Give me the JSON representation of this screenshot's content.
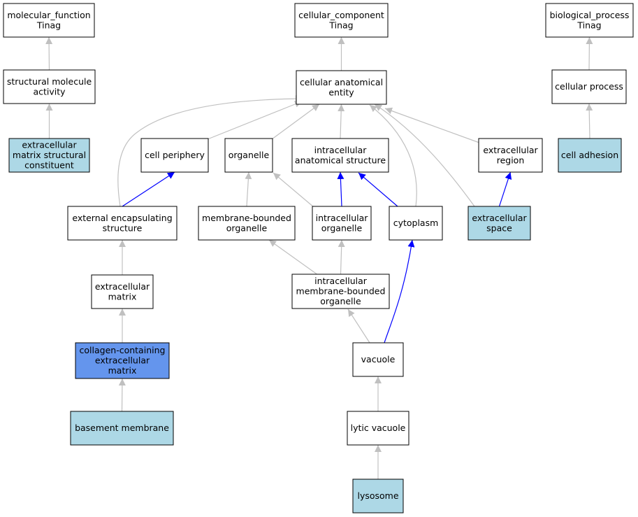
{
  "colors": {
    "node_default": "#ffffff",
    "node_annotated": "#add8e6",
    "node_focus": "#6495ed",
    "edge_default": "#c0c0c0",
    "edge_highlight": "#0000ff"
  },
  "nodes": {
    "molecular_function": {
      "lines": [
        "molecular_function",
        "Tinag"
      ],
      "style": "default"
    },
    "cellular_component": {
      "lines": [
        "cellular_component",
        "Tinag"
      ],
      "style": "default"
    },
    "biological_process": {
      "lines": [
        "biological_process",
        "Tinag"
      ],
      "style": "default"
    },
    "structural_molecule_activity": {
      "lines": [
        "structural molecule",
        "activity"
      ],
      "style": "default"
    },
    "cellular_anatomical_entity": {
      "lines": [
        "cellular anatomical",
        "entity"
      ],
      "style": "default"
    },
    "cellular_process": {
      "lines": [
        "cellular process"
      ],
      "style": "default"
    },
    "ecm_structural_constituent": {
      "lines": [
        "extracellular",
        "matrix structural",
        "constituent"
      ],
      "style": "annotated"
    },
    "cell_periphery": {
      "lines": [
        "cell periphery"
      ],
      "style": "default"
    },
    "organelle": {
      "lines": [
        "organelle"
      ],
      "style": "default"
    },
    "intracellular_anatomical_structure": {
      "lines": [
        "intracellular",
        "anatomical structure"
      ],
      "style": "default"
    },
    "extracellular_region": {
      "lines": [
        "extracellular",
        "region"
      ],
      "style": "default"
    },
    "cell_adhesion": {
      "lines": [
        "cell adhesion"
      ],
      "style": "annotated"
    },
    "external_encapsulating_structure": {
      "lines": [
        "external encapsulating",
        "structure"
      ],
      "style": "default"
    },
    "membrane_bounded_organelle": {
      "lines": [
        "membrane-bounded",
        "organelle"
      ],
      "style": "default"
    },
    "intracellular_organelle": {
      "lines": [
        "intracellular",
        "organelle"
      ],
      "style": "default"
    },
    "cytoplasm": {
      "lines": [
        "cytoplasm"
      ],
      "style": "default"
    },
    "extracellular_space": {
      "lines": [
        "extracellular",
        "space"
      ],
      "style": "annotated"
    },
    "extracellular_matrix": {
      "lines": [
        "extracellular",
        "matrix"
      ],
      "style": "default"
    },
    "intracellular_mb_organelle": {
      "lines": [
        "intracellular",
        "membrane-bounded",
        "organelle"
      ],
      "style": "default"
    },
    "collagen_containing_ecm": {
      "lines": [
        "collagen-containing",
        "extracellular",
        "matrix"
      ],
      "style": "focus"
    },
    "vacuole": {
      "lines": [
        "vacuole"
      ],
      "style": "default"
    },
    "basement_membrane": {
      "lines": [
        "basement membrane"
      ],
      "style": "annotated"
    },
    "lytic_vacuole": {
      "lines": [
        "lytic vacuole"
      ],
      "style": "default"
    },
    "lysosome": {
      "lines": [
        "lysosome"
      ],
      "style": "annotated"
    }
  },
  "edges": [
    {
      "from": "structural_molecule_activity",
      "to": "molecular_function",
      "style": "default"
    },
    {
      "from": "ecm_structural_constituent",
      "to": "structural_molecule_activity",
      "style": "default"
    },
    {
      "from": "cellular_anatomical_entity",
      "to": "cellular_component",
      "style": "default"
    },
    {
      "from": "cellular_process",
      "to": "biological_process",
      "style": "default"
    },
    {
      "from": "cell_adhesion",
      "to": "cellular_process",
      "style": "default"
    },
    {
      "from": "cell_periphery",
      "to": "cellular_anatomical_entity",
      "style": "default"
    },
    {
      "from": "organelle",
      "to": "cellular_anatomical_entity",
      "style": "default"
    },
    {
      "from": "intracellular_anatomical_structure",
      "to": "cellular_anatomical_entity",
      "style": "default"
    },
    {
      "from": "extracellular_region",
      "to": "cellular_anatomical_entity",
      "style": "default"
    },
    {
      "from": "external_encapsulating_structure",
      "to": "cellular_anatomical_entity",
      "style": "default"
    },
    {
      "from": "cytoplasm",
      "to": "cellular_anatomical_entity",
      "style": "default"
    },
    {
      "from": "extracellular_space",
      "to": "cellular_anatomical_entity",
      "style": "default"
    },
    {
      "from": "external_encapsulating_structure",
      "to": "cell_periphery",
      "style": "highlight"
    },
    {
      "from": "membrane_bounded_organelle",
      "to": "organelle",
      "style": "default"
    },
    {
      "from": "intracellular_organelle",
      "to": "organelle",
      "style": "default"
    },
    {
      "from": "intracellular_organelle",
      "to": "intracellular_anatomical_structure",
      "style": "highlight"
    },
    {
      "from": "cytoplasm",
      "to": "intracellular_anatomical_structure",
      "style": "highlight"
    },
    {
      "from": "extracellular_space",
      "to": "extracellular_region",
      "style": "highlight"
    },
    {
      "from": "extracellular_matrix",
      "to": "external_encapsulating_structure",
      "style": "default"
    },
    {
      "from": "intracellular_mb_organelle",
      "to": "membrane_bounded_organelle",
      "style": "default"
    },
    {
      "from": "intracellular_mb_organelle",
      "to": "intracellular_organelle",
      "style": "default"
    },
    {
      "from": "collagen_containing_ecm",
      "to": "extracellular_matrix",
      "style": "default"
    },
    {
      "from": "vacuole",
      "to": "intracellular_mb_organelle",
      "style": "default"
    },
    {
      "from": "vacuole",
      "to": "cytoplasm",
      "style": "highlight"
    },
    {
      "from": "basement_membrane",
      "to": "collagen_containing_ecm",
      "style": "default"
    },
    {
      "from": "lytic_vacuole",
      "to": "vacuole",
      "style": "default"
    },
    {
      "from": "lysosome",
      "to": "lytic_vacuole",
      "style": "default"
    }
  ]
}
